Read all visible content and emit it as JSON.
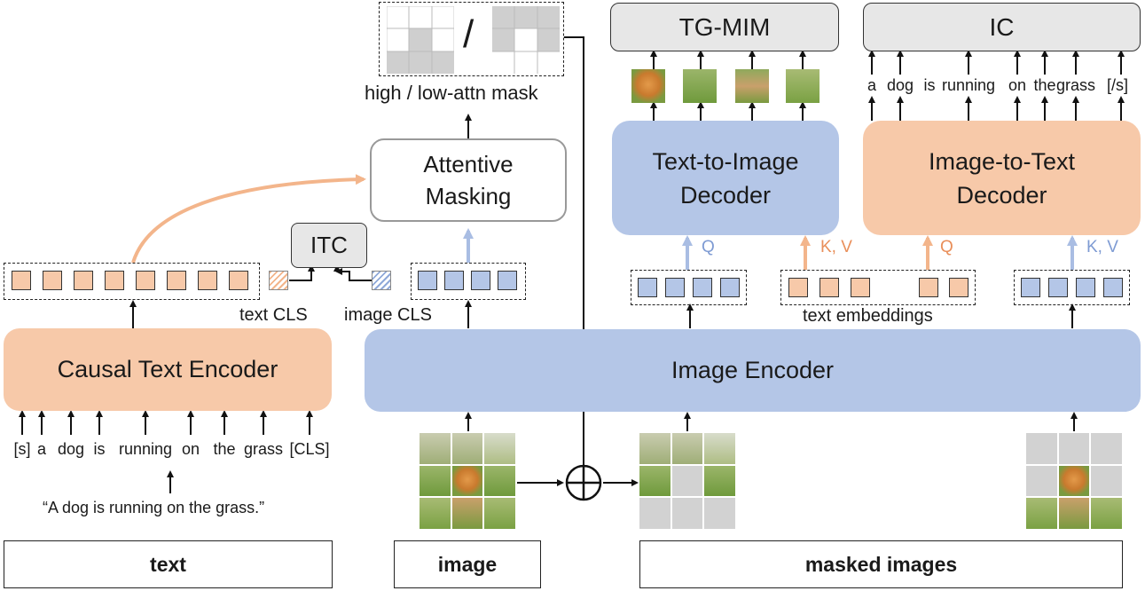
{
  "encoders": {
    "text_encoder": "Causal Text Encoder",
    "image_encoder": "Image Encoder"
  },
  "decoders": {
    "t2i_line1": "Text-to-Image",
    "t2i_line2": "Decoder",
    "i2t_line1": "Image-to-Text",
    "i2t_line2": "Decoder"
  },
  "heads": {
    "tgmim": "TG-MIM",
    "ic": "IC",
    "itc": "ITC"
  },
  "masking": {
    "line1": "Attentive",
    "line2": "Masking",
    "mask_label": "high / low-attn mask",
    "slash": "/"
  },
  "labels": {
    "text_cls": "text CLS",
    "image_cls": "image CLS",
    "text_embeddings": "text embeddings",
    "q": "Q",
    "kv": "K, V",
    "caption": "“A dog is running on the grass.”"
  },
  "input_tokens": [
    "[s]",
    "a",
    "dog",
    "is",
    "running",
    "on",
    "the",
    "grass",
    "[CLS]"
  ],
  "ic_tokens": [
    "a",
    "dog",
    "is",
    "running",
    "on",
    "the",
    "grass",
    "[/s]"
  ],
  "bottom": {
    "text": "text",
    "image": "image",
    "masked": "masked images"
  },
  "colors": {
    "text_accent": "#f7c9a9",
    "image_accent": "#b4c6e7",
    "head_gray": "#e7e7e7"
  }
}
